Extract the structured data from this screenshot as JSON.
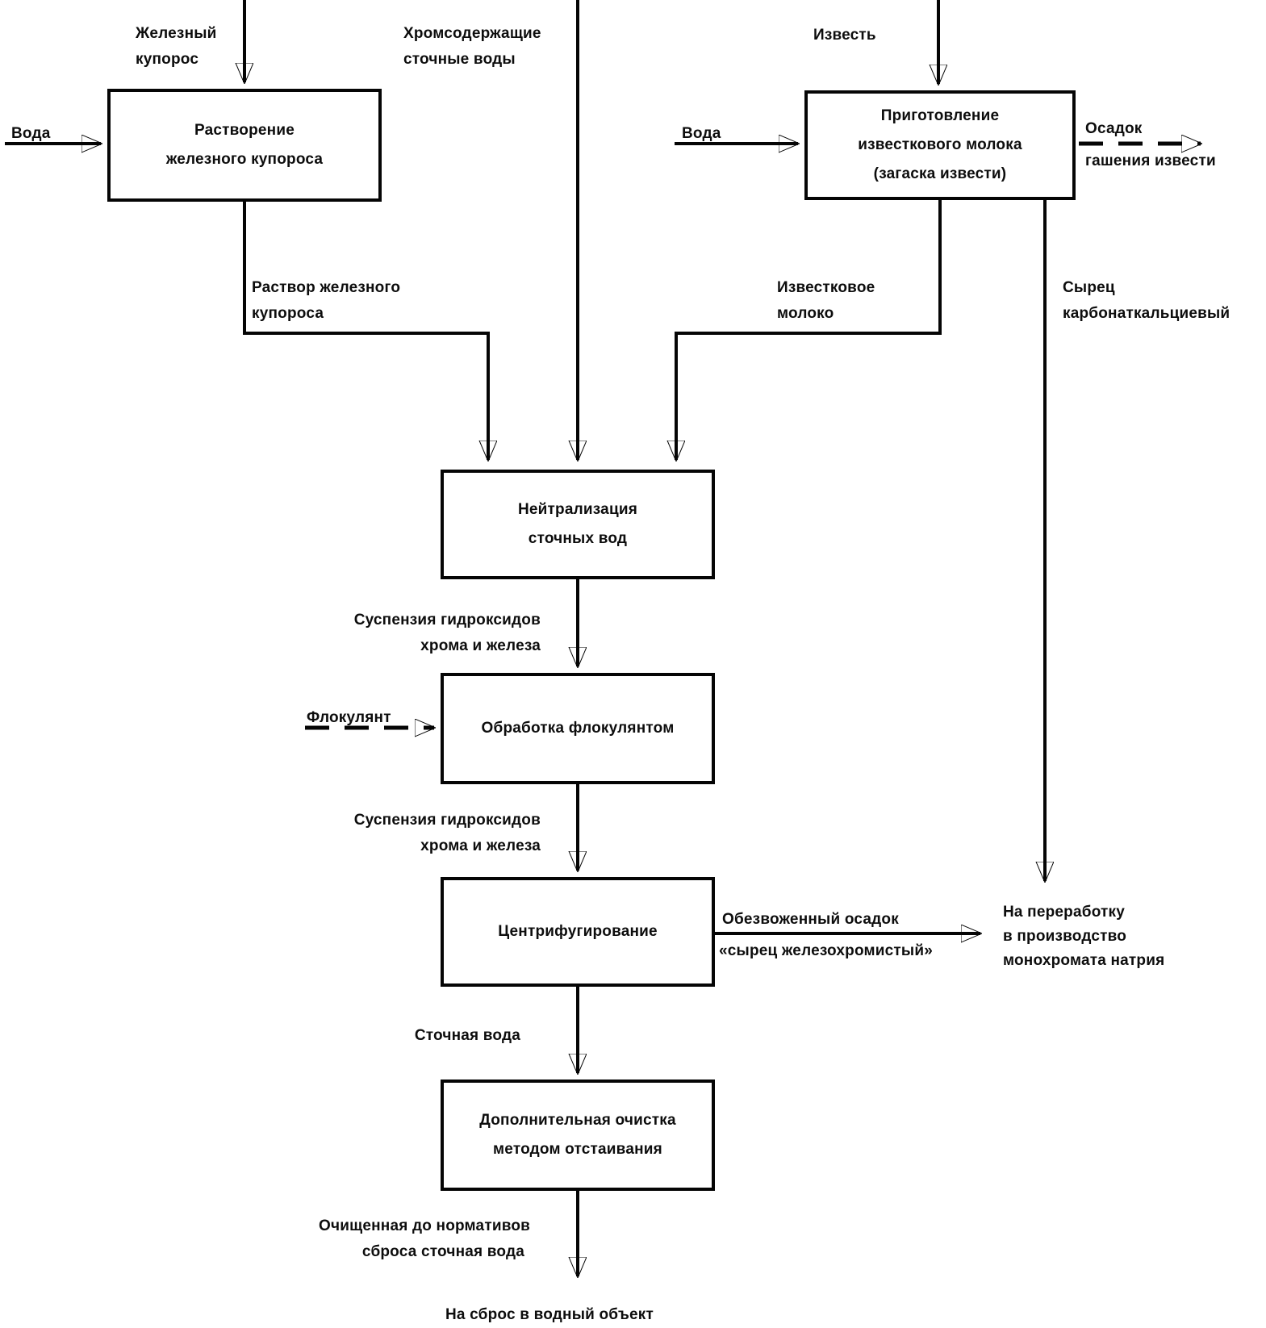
{
  "diagram": {
    "type": "process-flowchart",
    "language": "ru",
    "colors": {
      "stroke": "#050505",
      "text": "#0d0d0d",
      "box_fill": "#ffffff",
      "background": "#ffffff"
    },
    "boxes": {
      "dissolution": {
        "lines": [
          "Растворение",
          "железного купороса"
        ]
      },
      "lime_prep": {
        "lines": [
          "Приготовление",
          "известкового молока",
          "(загаска извести)"
        ]
      },
      "neutralization": {
        "lines": [
          "Нейтрализация",
          "сточных вод"
        ]
      },
      "flocculation": {
        "lines": [
          "Обработка флокулянтом"
        ]
      },
      "centrifuge": {
        "lines": [
          "Центрифугирование"
        ]
      },
      "settling": {
        "lines": [
          "Дополнительная очистка",
          "методом отстаивания"
        ]
      }
    },
    "labels": {
      "iron_vitriol": {
        "lines": [
          "Железный",
          "купорос"
        ]
      },
      "chrome_wastewater": {
        "lines": [
          "Хромсодержащие",
          "сточные воды"
        ]
      },
      "lime_input": {
        "lines": [
          "Известь"
        ]
      },
      "water_left": {
        "lines": [
          "Вода"
        ]
      },
      "water_right": {
        "lines": [
          "Вода"
        ]
      },
      "lime_sludge_1": {
        "lines": [
          "Осадок"
        ]
      },
      "lime_sludge_2": {
        "lines": [
          "гашения извести"
        ]
      },
      "iron_solution": {
        "lines": [
          "Раствор железного",
          "купороса"
        ]
      },
      "lime_milk": {
        "lines": [
          "Известковое",
          "молоко"
        ]
      },
      "carbonate_raw": {
        "lines": [
          "Сырец",
          "карбонаткальциевый"
        ]
      },
      "suspension_1": {
        "lines": [
          "Суспензия гидроксидов",
          "хрома и железа"
        ]
      },
      "flocculant": {
        "lines": [
          "Флокулянт"
        ]
      },
      "suspension_2": {
        "lines": [
          "Суспензия гидроксидов",
          "хрома и железа"
        ]
      },
      "dewatered_1": {
        "lines": [
          "Обезвоженный осадок"
        ]
      },
      "dewatered_2": {
        "lines": [
          "«сырец железохромистый»"
        ]
      },
      "to_processing": {
        "lines": [
          "На переработку",
          "в производство",
          "монохромата натрия"
        ]
      },
      "wastewater": {
        "lines": [
          "Сточная вода"
        ]
      },
      "purified": {
        "lines": [
          "Очищенная до нормативов",
          "сброса сточная вода"
        ]
      },
      "discharge": {
        "lines": [
          "На сброс в водный объект"
        ]
      }
    },
    "edges": [
      {
        "from": "iron-vitriol-source",
        "to": "dissolution",
        "style": "solid",
        "label": "iron_vitriol"
      },
      {
        "from": "water-source",
        "to": "dissolution",
        "style": "solid",
        "label": "water_left"
      },
      {
        "from": "chrome-wastewater-source",
        "to": "neutralization",
        "style": "solid",
        "label": "chrome_wastewater"
      },
      {
        "from": "lime-source",
        "to": "lime_prep",
        "style": "solid",
        "label": "lime_input"
      },
      {
        "from": "water-source",
        "to": "lime_prep",
        "style": "solid",
        "label": "water_right"
      },
      {
        "from": "lime_prep",
        "to": "out-lime-sludge",
        "style": "dashed",
        "label": "lime_sludge_1"
      },
      {
        "from": "dissolution",
        "to": "neutralization",
        "style": "solid",
        "label": "iron_solution"
      },
      {
        "from": "lime_prep",
        "to": "neutralization",
        "style": "solid",
        "label": "lime_milk"
      },
      {
        "from": "lime_prep",
        "to": "out-monochromate-processing",
        "style": "solid",
        "label": "carbonate_raw"
      },
      {
        "from": "neutralization",
        "to": "flocculation",
        "style": "solid",
        "label": "suspension_1"
      },
      {
        "from": "flocculant-source",
        "to": "flocculation",
        "style": "dashed",
        "label": "flocculant"
      },
      {
        "from": "flocculation",
        "to": "centrifuge",
        "style": "solid",
        "label": "suspension_2"
      },
      {
        "from": "centrifuge",
        "to": "out-monochromate-processing",
        "style": "solid",
        "label": "dewatered_1"
      },
      {
        "from": "centrifuge",
        "to": "settling",
        "style": "solid",
        "label": "wastewater"
      },
      {
        "from": "settling",
        "to": "out-water-body-discharge",
        "style": "solid",
        "label": "purified"
      }
    ]
  }
}
